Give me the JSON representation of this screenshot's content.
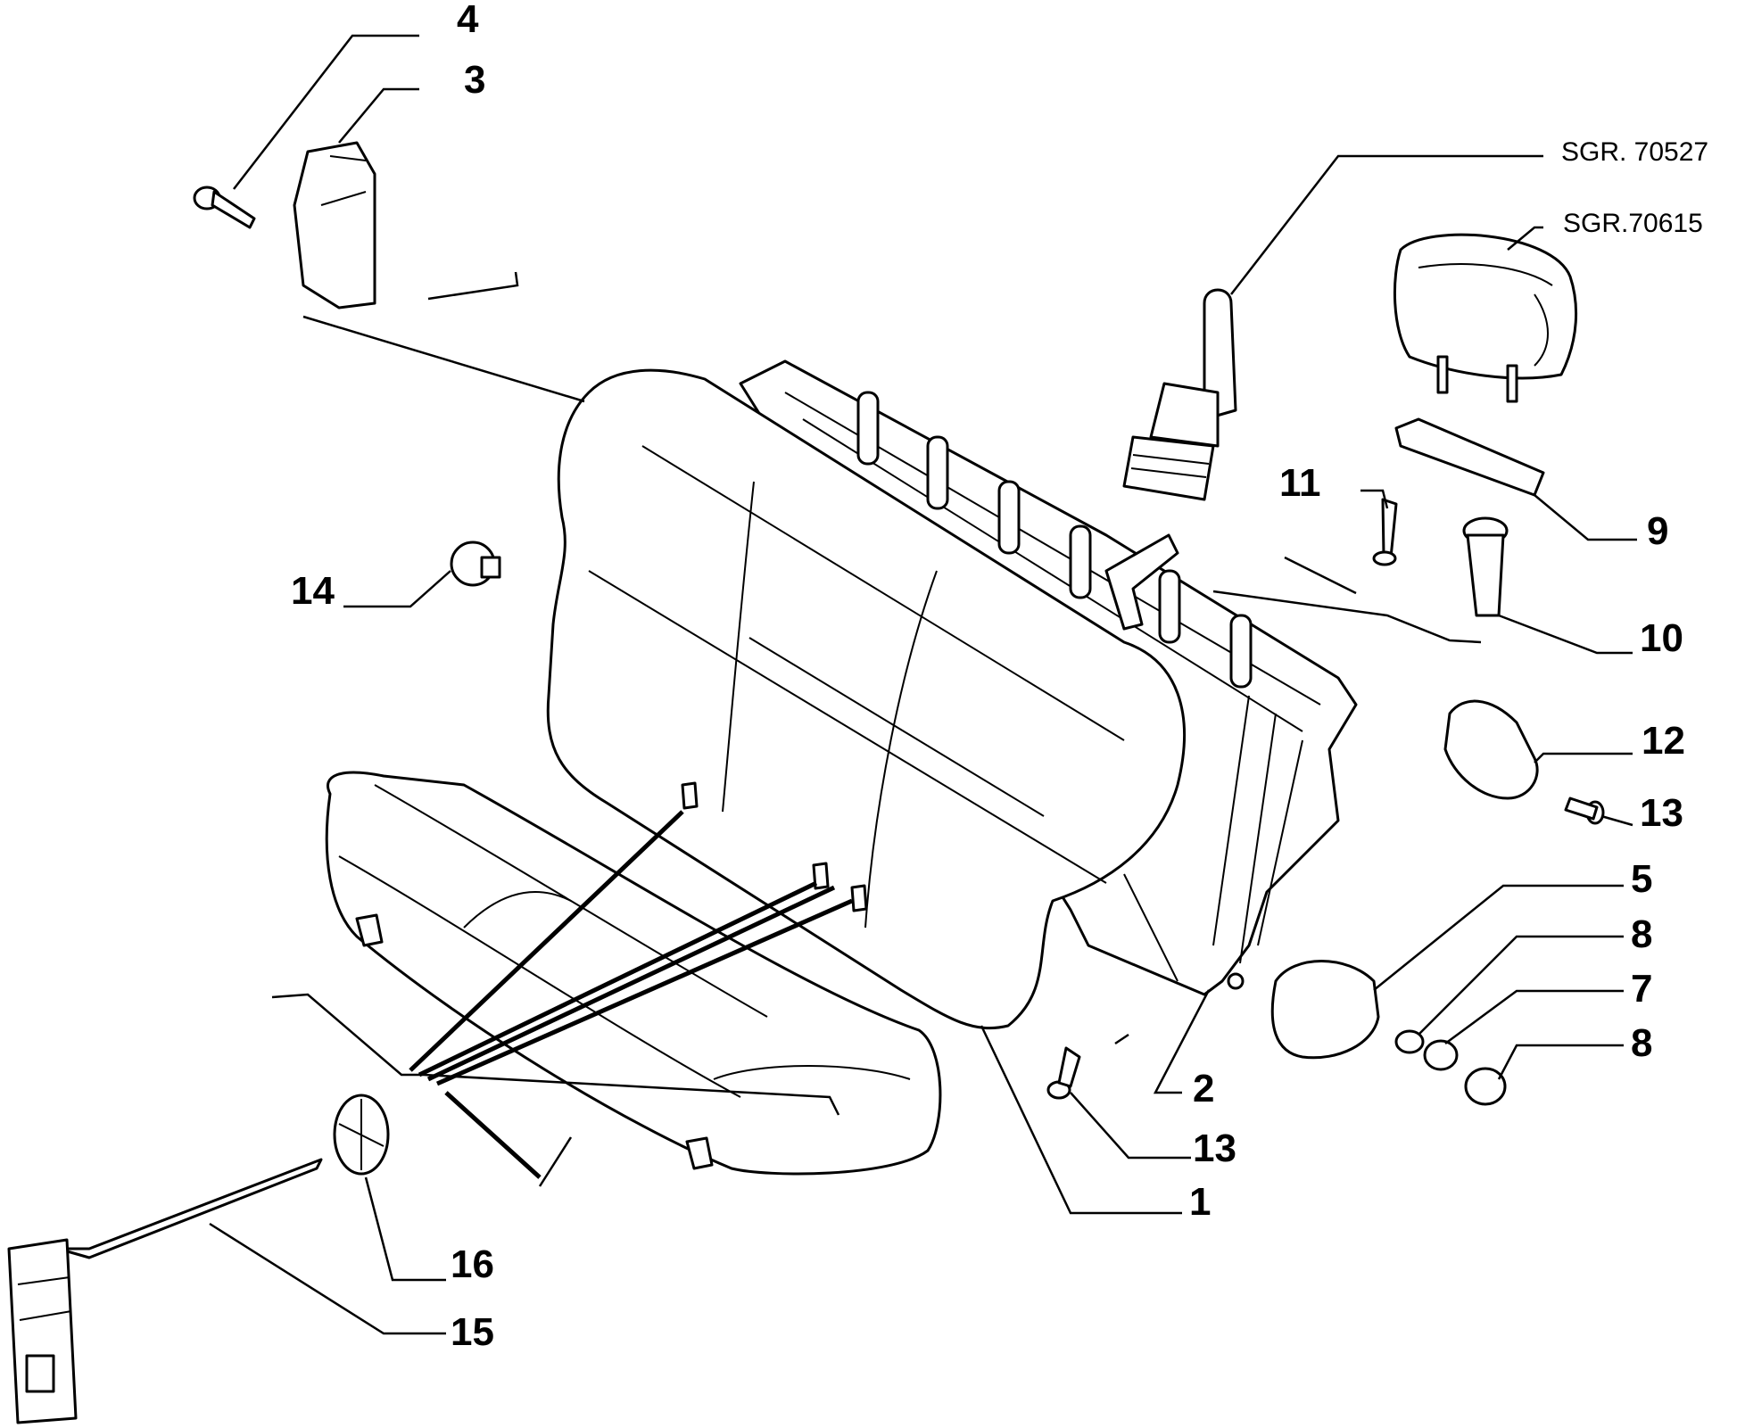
{
  "labels": {
    "l4": "4",
    "l3": "3",
    "ref1": "SGR. 70527",
    "ref2": "SGR.70615",
    "l11": "11",
    "l9": "9",
    "l14": "14",
    "l10": "10",
    "l12": "12",
    "l13a": "13",
    "l5": "5",
    "l8a": "8",
    "l7": "7",
    "l8b": "8",
    "l2": "2",
    "l13b": "13",
    "l1": "1",
    "l16": "16",
    "l15": "15"
  }
}
